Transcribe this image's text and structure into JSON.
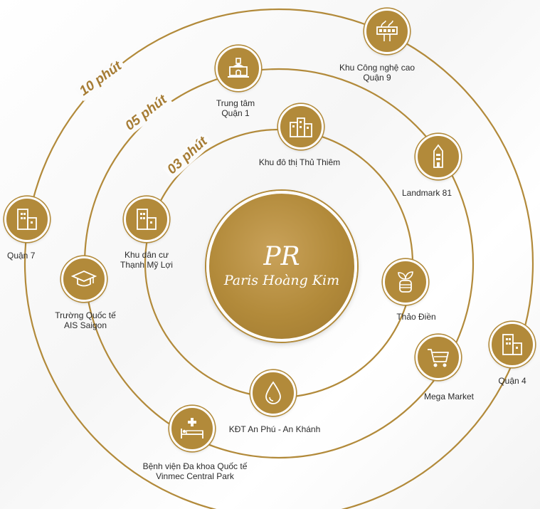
{
  "rings": {
    "inner_label": "03 phút",
    "middle_label": "05 phút",
    "outer_label": "10 phút"
  },
  "center": {
    "logo": "PR",
    "name": "Paris Hoàng Kim"
  },
  "locations": [
    {
      "icon": "tech-park-icon",
      "lines": [
        "Khu Công nghệ cao",
        "Quận 9"
      ]
    },
    {
      "icon": "city-gate-icon",
      "lines": [
        "Trung tâm",
        "Quận 1"
      ]
    },
    {
      "icon": "buildings-icon",
      "lines": [
        "Khu đô thị Thủ Thiêm"
      ]
    },
    {
      "icon": "tower-icon",
      "lines": [
        "Landmark 81"
      ]
    },
    {
      "icon": "apartment-icon",
      "lines": [
        "Quận 7"
      ]
    },
    {
      "icon": "apartment-icon",
      "lines": [
        "Khu dân cư",
        "Thạnh Mỹ Lợi"
      ]
    },
    {
      "icon": "graduation-cap-icon",
      "lines": [
        "Trường Quốc tế",
        "AIS Saigon"
      ]
    },
    {
      "icon": "plant-pot-icon",
      "lines": [
        "Thảo Điền"
      ]
    },
    {
      "icon": "apartment-icon",
      "lines": [
        "Quận 4"
      ]
    },
    {
      "icon": "shopping-cart-icon",
      "lines": [
        "Mega Market"
      ]
    },
    {
      "icon": "water-drop-icon",
      "lines": [
        "KĐT An Phú - An Khánh"
      ]
    },
    {
      "icon": "hospital-bed-icon",
      "lines": [
        "Bệnh viện Đa khoa Quốc tế",
        "Vinmec Central Park"
      ]
    }
  ],
  "colors": {
    "gold": "#b28a3a",
    "text": "#2b2b2b"
  }
}
